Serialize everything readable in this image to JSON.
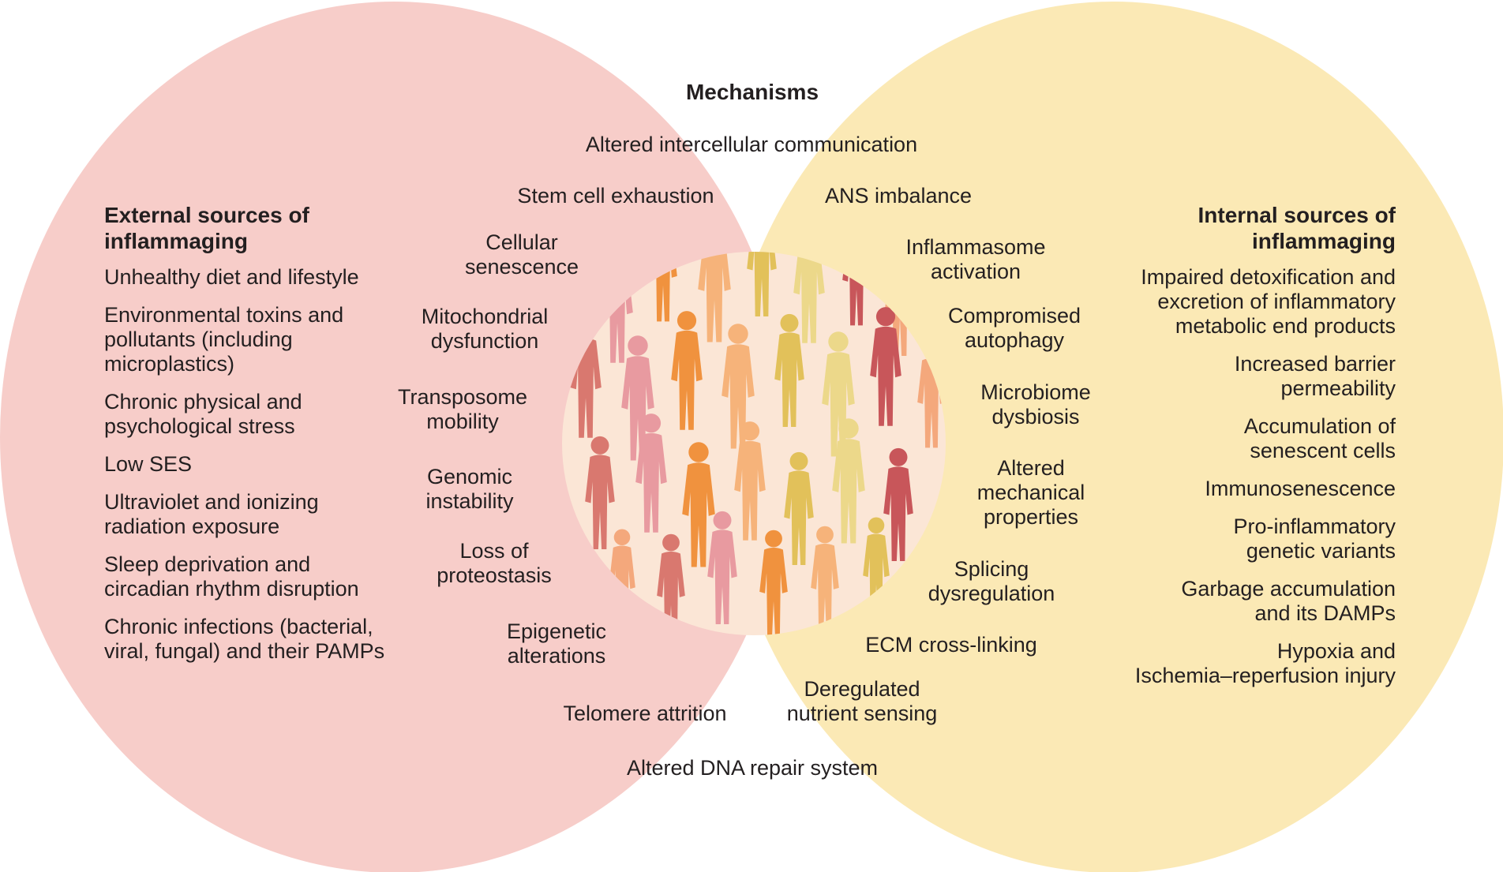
{
  "colors": {
    "external": "#f7cdc9",
    "internal": "#fbe9b5",
    "overlap": "#f9d8b4",
    "people_bg": "#fbe6d6",
    "people": [
      "#d9786f",
      "#e89aa0",
      "#f0923e",
      "#f6b37a",
      "#e2c15a",
      "#ecd88a",
      "#c8565a",
      "#f4a87c"
    ]
  },
  "external": {
    "title": "External sources of inflammaging",
    "items": [
      "Unhealthy diet and lifestyle",
      "Environmental toxins and\npollutants (including\nmicroplastics)",
      "Chronic physical and\npsychological stress",
      "Low SES",
      "Ultraviolet and ionizing\nradiation exposure",
      "Sleep deprivation and\ncircadian rhythm disruption",
      "Chronic infections (bacterial,\nviral, fungal) and their PAMPs"
    ]
  },
  "internal": {
    "title": "Internal sources of inflammaging",
    "items": [
      "Impaired detoxification and\nexcretion of inflammatory\nmetabolic end products",
      "Increased barrier\npermeability",
      "Accumulation of\nsenescent cells",
      "Immunosenescence",
      "Pro-inflammatory\ngenetic variants",
      "Garbage accumulation\nand its DAMPs",
      "Hypoxia and\nIschemia–reperfusion injury"
    ]
  },
  "mechanisms": {
    "title": "Mechanisms",
    "items": {
      "intercellular": "Altered intercellular communication",
      "stem_cell": "Stem cell exhaustion",
      "ans": "ANS imbalance",
      "senescence": "Cellular\nsenescence",
      "inflammasome": "Inflammasome\nactivation",
      "mitochondrial": "Mitochondrial\ndysfunction",
      "autophagy": "Compromised\nautophagy",
      "transposome": "Transposome\nmobility",
      "microbiome": "Microbiome\ndysbiosis",
      "genomic": "Genomic\ninstability",
      "mechanical": "Altered\nmechanical\nproperties",
      "proteostasis": "Loss of\nproteostasis",
      "splicing": "Splicing\ndysregulation",
      "epigenetic": "Epigenetic\nalterations",
      "ecm": "ECM cross-linking",
      "telomere": "Telomere attrition",
      "nutrient": "Deregulated\nnutrient sensing",
      "dna_repair": "Altered DNA repair system"
    }
  }
}
